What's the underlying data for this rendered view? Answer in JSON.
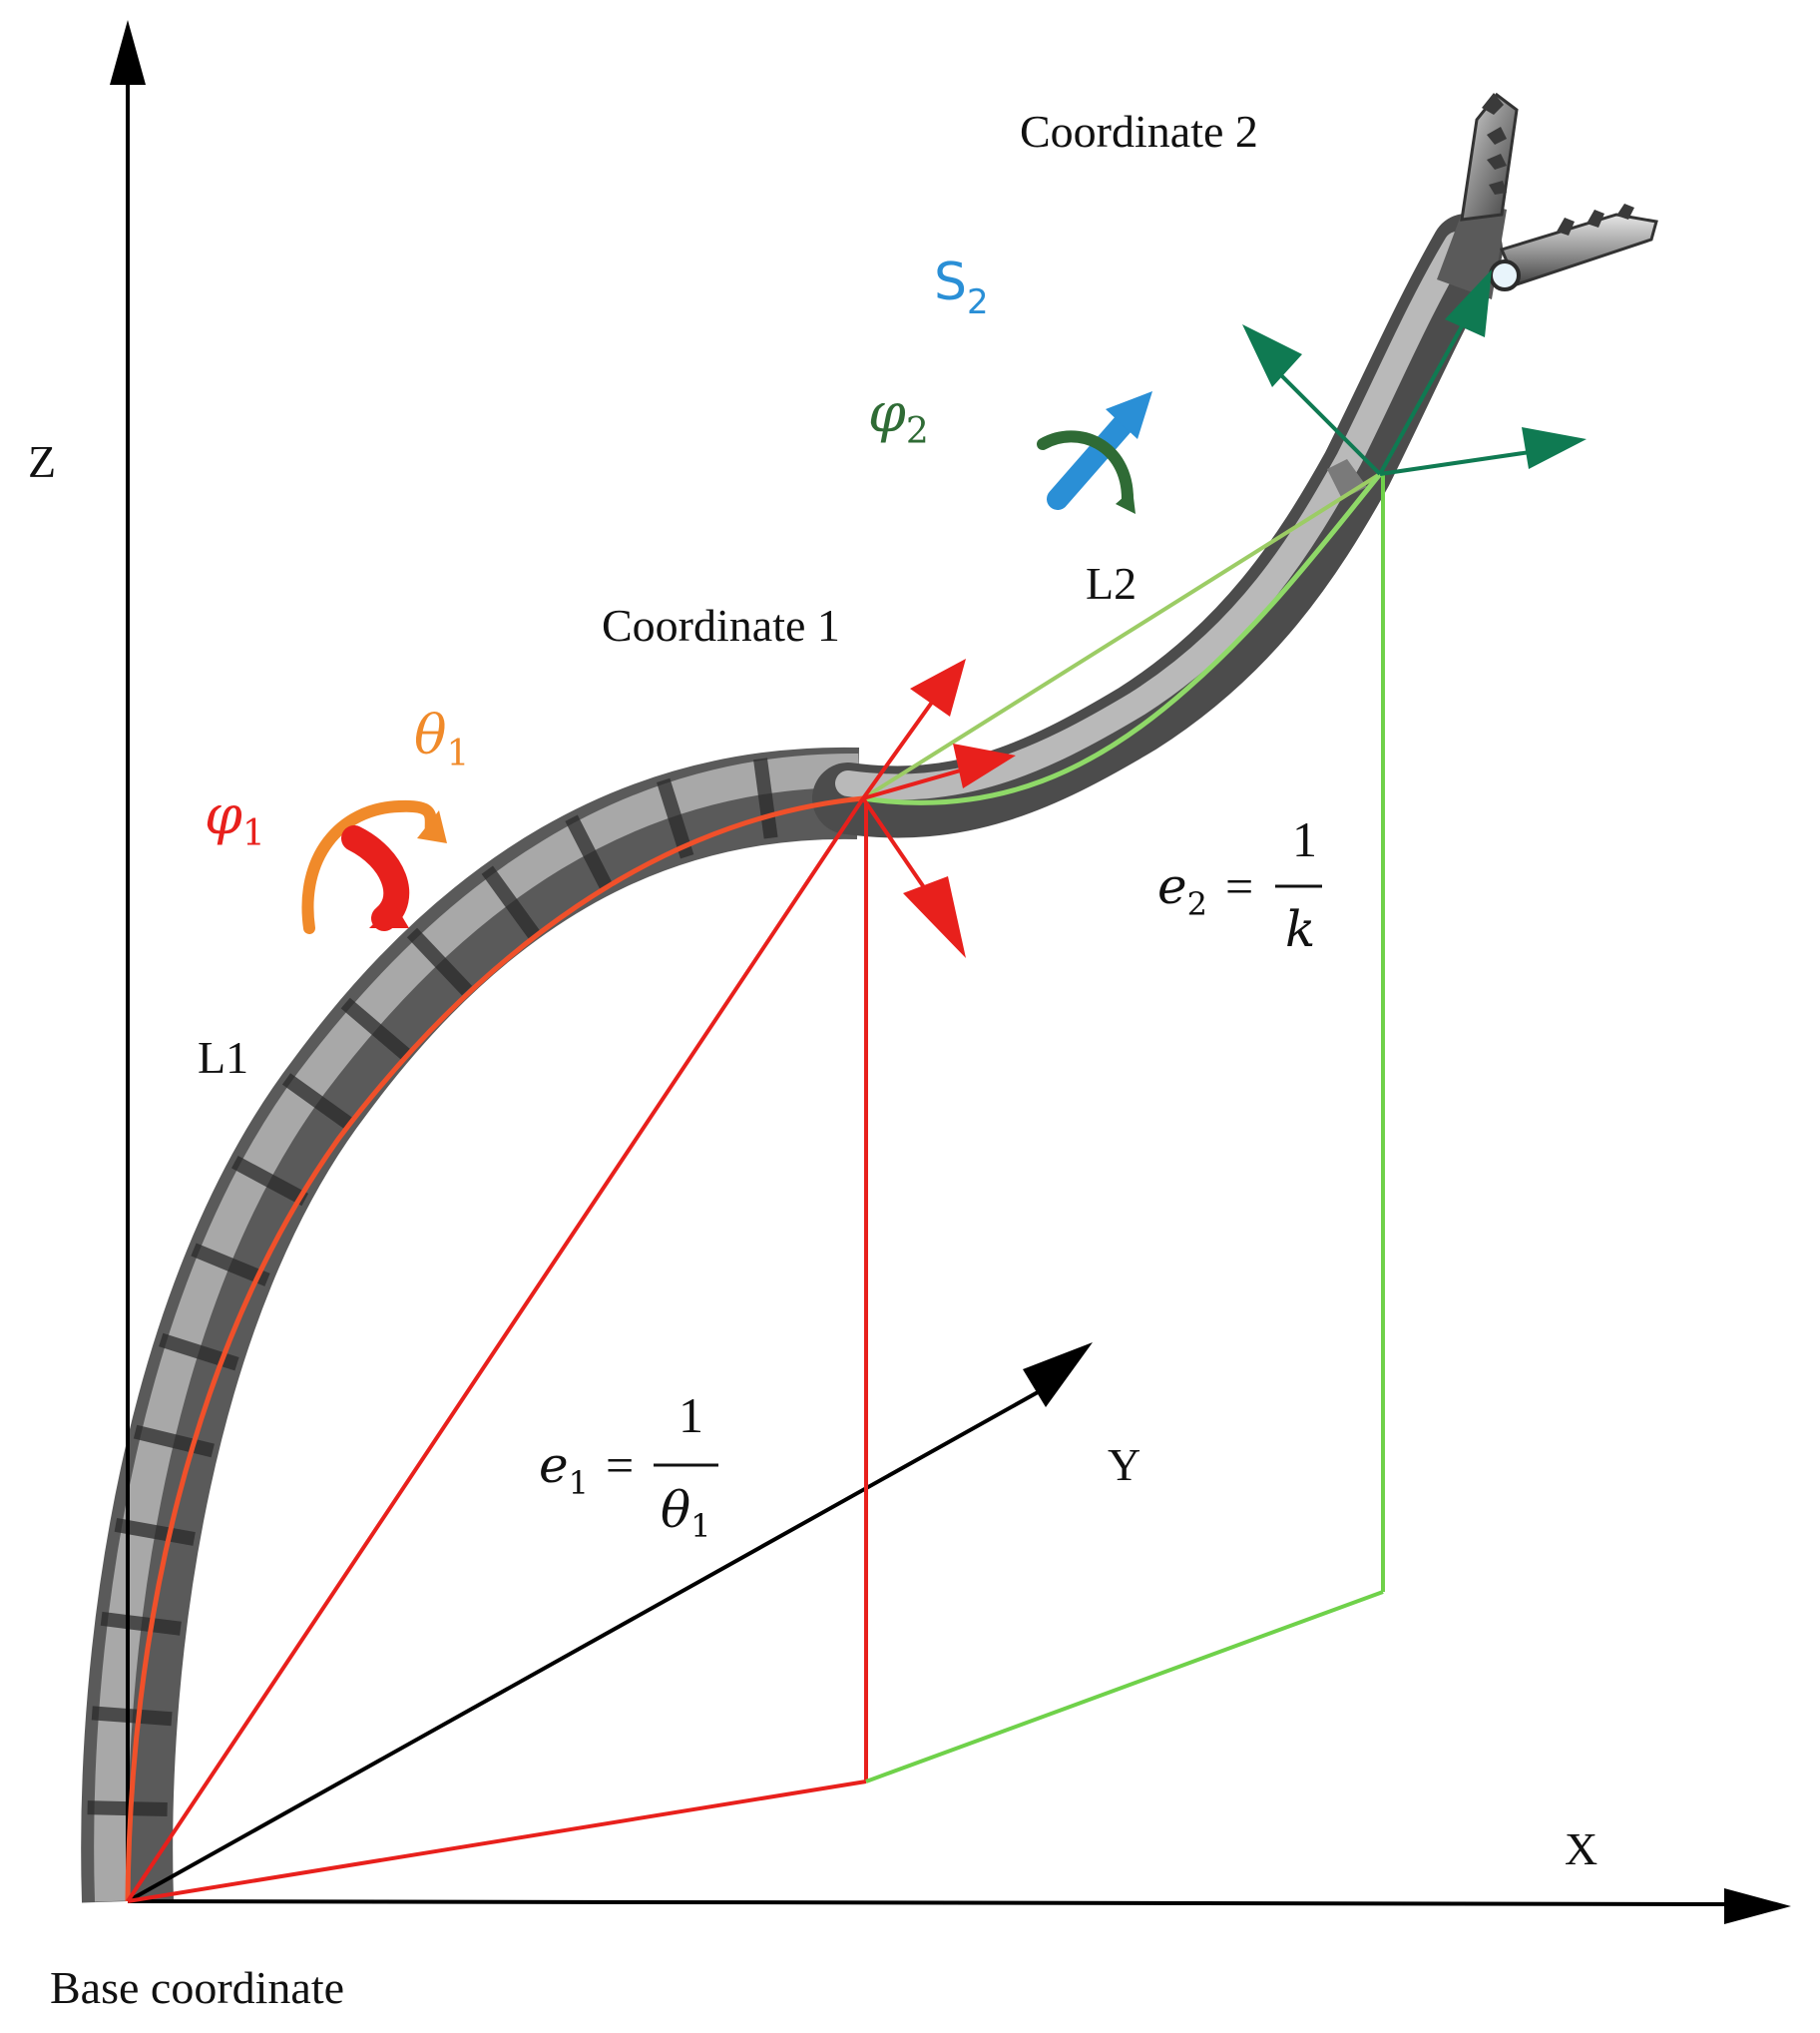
{
  "labels": {
    "z_axis": "Z",
    "x_axis": "X",
    "y_axis": "Y",
    "base": "Base coordinate",
    "coord1": "Coordinate 1",
    "coord2": "Coordinate 2",
    "l1": "L1",
    "l2": "L2",
    "s2_main": "S",
    "s2_sub": "2",
    "phi": "φ",
    "theta": "θ",
    "sub1": "1",
    "sub2": "2",
    "e1_var": "e",
    "e1_sub": "1",
    "e1_eq": "=",
    "e1_num": "1",
    "e1_den": "θ",
    "e1_den_sub": "1",
    "e2_var": "e",
    "e2_sub": "2",
    "e2_eq": "=",
    "e2_num": "1",
    "e2_den": "k"
  },
  "colors": {
    "axis": "#000000",
    "segment1": "#e8201c",
    "segment1_arc": "#f0502a",
    "segment2": "#6fd14a",
    "segment2_chord": "#9ccc65",
    "frame2": "#0f7a52",
    "s2": "#2a8fd6",
    "phi2": "#2f6b35",
    "theta1": "#f08a2a",
    "phi1": "#e8201c",
    "metal_dark": "#3a3a3a",
    "metal_light": "#b8b8b8"
  }
}
